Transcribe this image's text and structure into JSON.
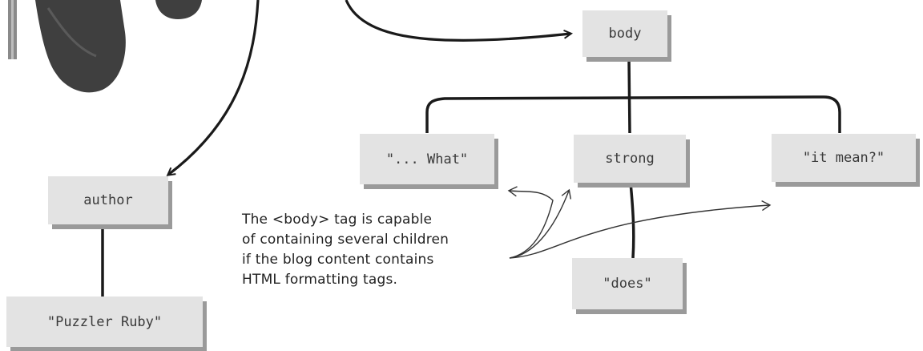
{
  "nodes": {
    "body": "body",
    "what": "\"... What\"",
    "strong": "strong",
    "it_mean": "\"it mean?\"",
    "author": "author",
    "does": "\"does\"",
    "puzzler": "\"Puzzler Ruby\""
  },
  "annotation": {
    "lines": [
      "The <body> tag is capable",
      "of containing several children",
      "if the blog content contains",
      "HTML formatting tags."
    ]
  },
  "colors": {
    "box_fill": "#e3e3e3",
    "box_shadow": "#9a9a9a",
    "connector": "#1a1a1a",
    "shoe": "#3f3f3f"
  }
}
